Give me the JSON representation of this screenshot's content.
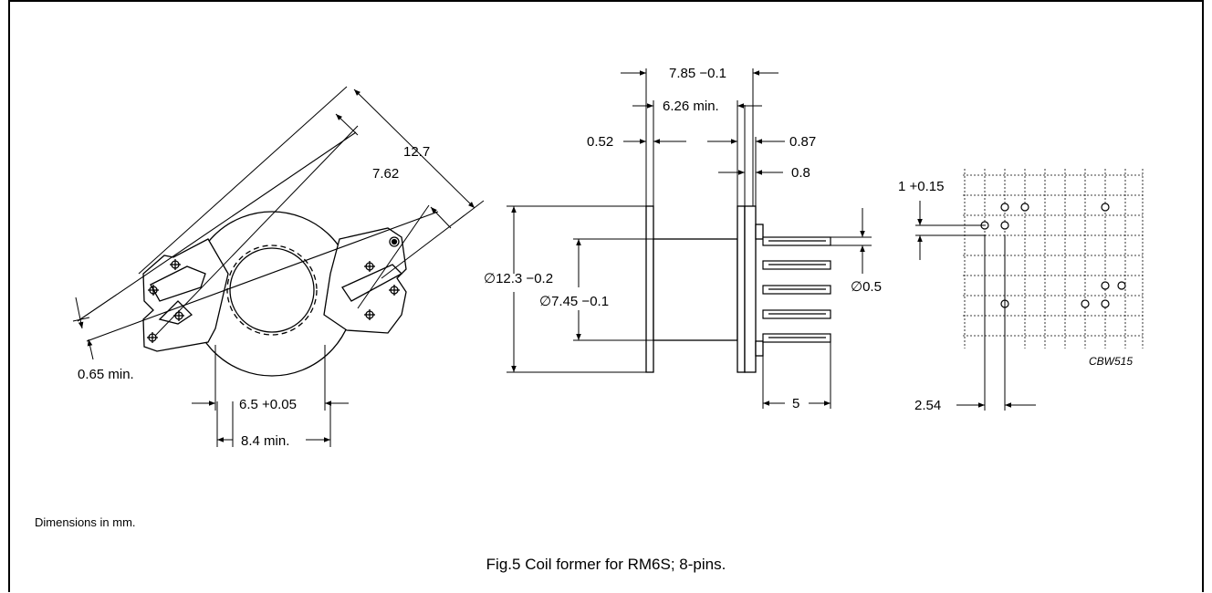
{
  "drawing_code": "CBW515",
  "footnote": "Dimensions in mm.",
  "caption": "Fig.5  Coil former for RM6S; 8-pins.",
  "dimensions": {
    "d_12_7": "12.7",
    "d_7_62": "7.62",
    "d_0_65": "0.65 min.",
    "d_6_5": "6.5 +0.05",
    "d_8_4": "8.4 min.",
    "d_7_85": "7.85 −0.1",
    "d_6_26": "6.26 min.",
    "d_0_52": "0.52",
    "d_0_87": "0.87",
    "d_0_8": "0.8",
    "d_dia_12_3": "∅12.3 −0.2",
    "d_dia_7_45": "∅7.45 −0.1",
    "d_dia_0_5": "∅0.5",
    "d_5": "5",
    "d_1_15": "1 +0.15",
    "d_2_54": "2.54"
  }
}
